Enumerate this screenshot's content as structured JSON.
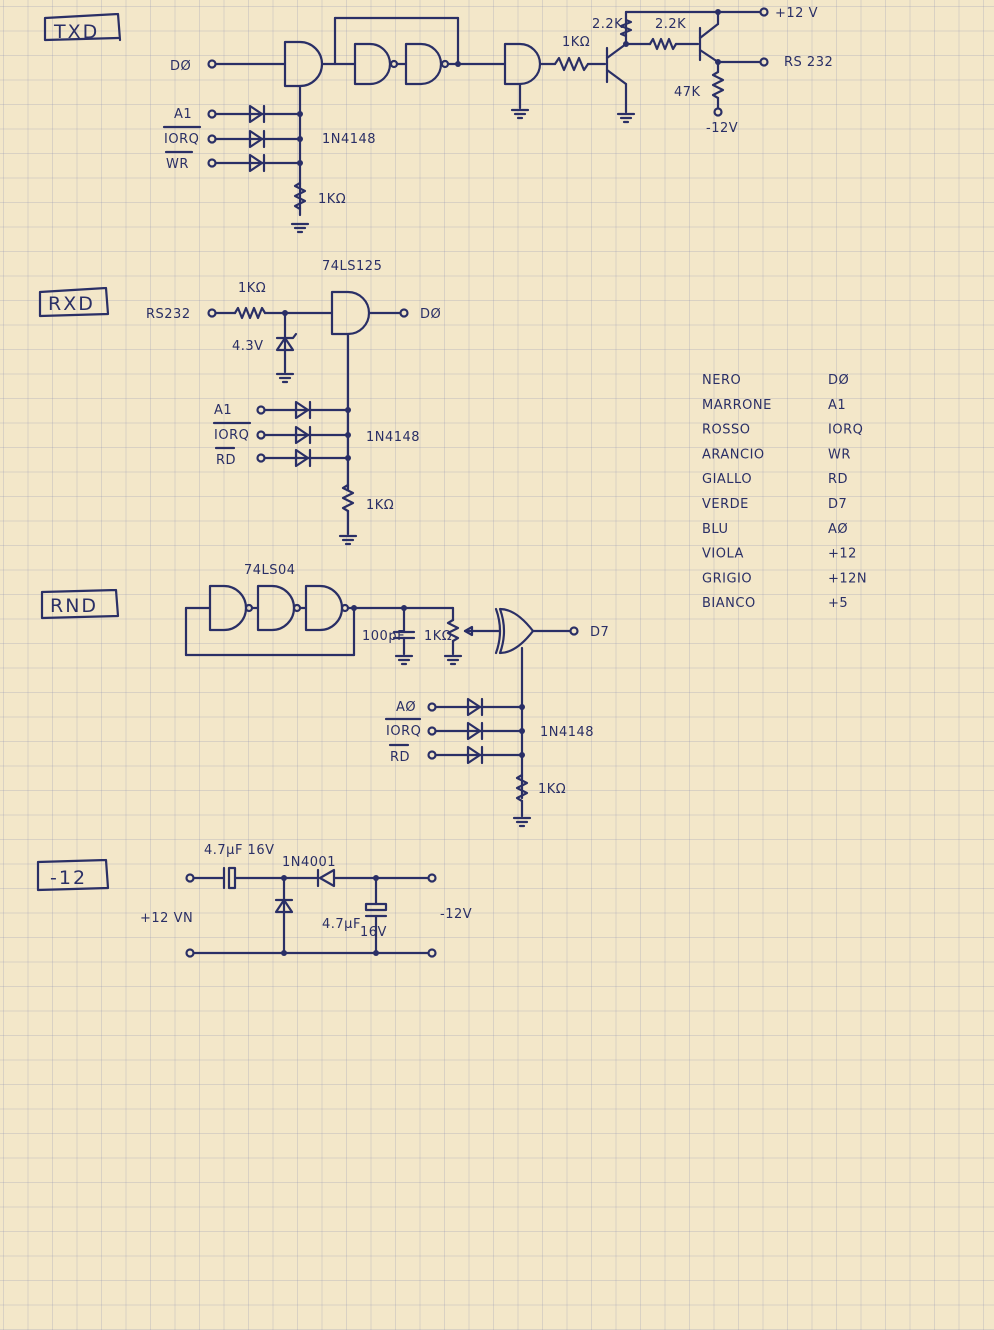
{
  "sections": {
    "txd": {
      "title": "TXD",
      "in_d0": "DØ",
      "in_a1": "A1",
      "in_iorq": "IORQ",
      "in_wr": "WR",
      "diode": "1N4148",
      "r_pull": "1KΩ",
      "r_base": "1KΩ",
      "r_22a": "2.2K",
      "r_22b": "2.2K",
      "r_47": "47K",
      "p12": "+12 V",
      "out": "RS 232",
      "m12": "-12V"
    },
    "rxd": {
      "title": "RXD",
      "chip": "74LS125",
      "r_in": "1KΩ",
      "in": "RS232",
      "zener": "4.3V",
      "out": "DØ",
      "in_a1": "A1",
      "in_iorq": "IORQ",
      "in_rd": "RD",
      "diode": "1N4148",
      "r_pull": "1KΩ"
    },
    "rnd": {
      "title": "RND",
      "chip": "74LS04",
      "cap": "100pF",
      "pot": "1KΩ",
      "out": "D7",
      "in_a0": "AØ",
      "in_iorq": "IORQ",
      "in_rd": "RD",
      "diode": "1N4148",
      "r_pull": "1KΩ"
    },
    "m12": {
      "title": "-12",
      "cap1": "4.7µF 16V",
      "diode": "1N4001",
      "in": "+12 VN",
      "cap2a": "4.7µF",
      "cap2b": "16V",
      "out": "-12V"
    }
  },
  "legend": {
    "rows": [
      {
        "color": "NERO",
        "signal": "DØ"
      },
      {
        "color": "MARRONE",
        "signal": "A1"
      },
      {
        "color": "ROSSO",
        "signal": "IORQ"
      },
      {
        "color": "ARANCIO",
        "signal": "WR"
      },
      {
        "color": "GIALLO",
        "signal": "RD"
      },
      {
        "color": "VERDE",
        "signal": "D7"
      },
      {
        "color": "BLU",
        "signal": "AØ"
      },
      {
        "color": "VIOLA",
        "signal": "+12"
      },
      {
        "color": "GRIGIO",
        "signal": "+12N"
      },
      {
        "color": "BIANCO",
        "signal": "+5"
      }
    ]
  }
}
